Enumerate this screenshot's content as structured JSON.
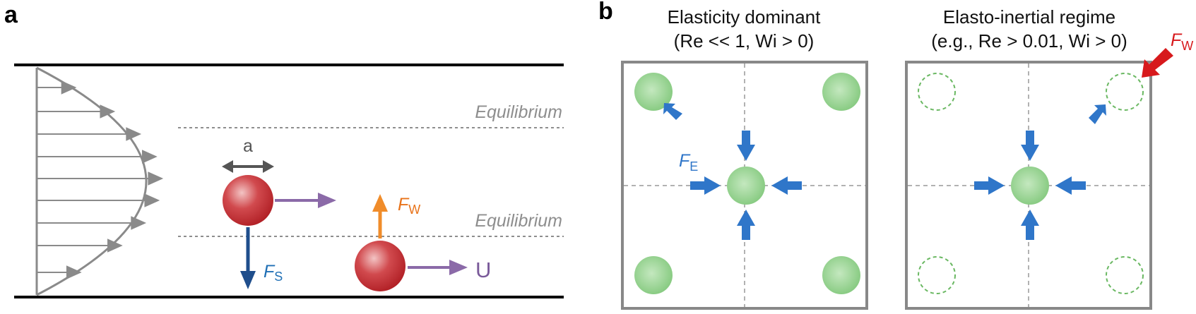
{
  "panel_a": {
    "letter": "a",
    "equilibrium_upper": "Equilibrium",
    "equilibrium_lower": "Equilibrium",
    "diameter_label": "a",
    "lift_symbol": "F",
    "lift_subscript": "W",
    "shear_symbol": "F",
    "shear_subscript": "S",
    "velocity_label": "U"
  },
  "panel_b": {
    "letter": "b",
    "left": {
      "title_line1": "Elasticity dominant",
      "title_line2": "(Re << 1, Wi > 0)",
      "elastic_symbol": "F",
      "elastic_subscript": "E"
    },
    "right": {
      "title_line1": "Elasto-inertial regime",
      "title_line2": "(e.g., Re > 0.01, Wi > 0)",
      "wall_symbol": "F",
      "wall_subscript": "W"
    }
  },
  "colors": {
    "particle_red": "#c0272d",
    "particle_green": "#8fd08a",
    "arrow_blue": "#2f76c9",
    "shear_arrow": "#1f4e8c",
    "velocity_arrow": "#8b6aa8",
    "lift_arrow": "#f08c2a",
    "wall_force_red": "#d7191c",
    "equilibrium_gray": "#8e8e8e"
  }
}
